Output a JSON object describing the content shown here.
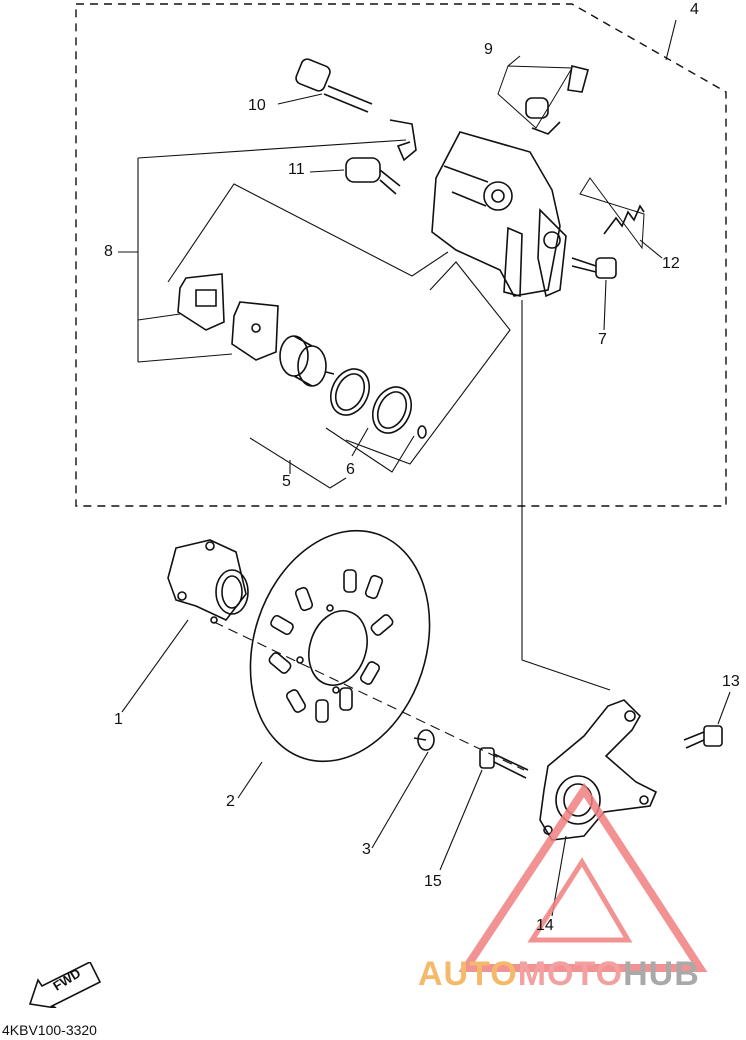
{
  "callouts": [
    "1",
    "2",
    "3",
    "4",
    "5",
    "6",
    "7",
    "8",
    "9",
    "10",
    "11",
    "12",
    "13",
    "14",
    "15"
  ],
  "catalog_code": "4KBV100-3320",
  "fwd_label": "FWD",
  "watermark": {
    "part1": "AUTO",
    "part2": "MOTO",
    "part3": "HUB",
    "colors": {
      "auto": "#f5b96a",
      "moto": "#f2a0a0",
      "hub": "#a9a9a9",
      "triangle": "#f08080"
    }
  }
}
